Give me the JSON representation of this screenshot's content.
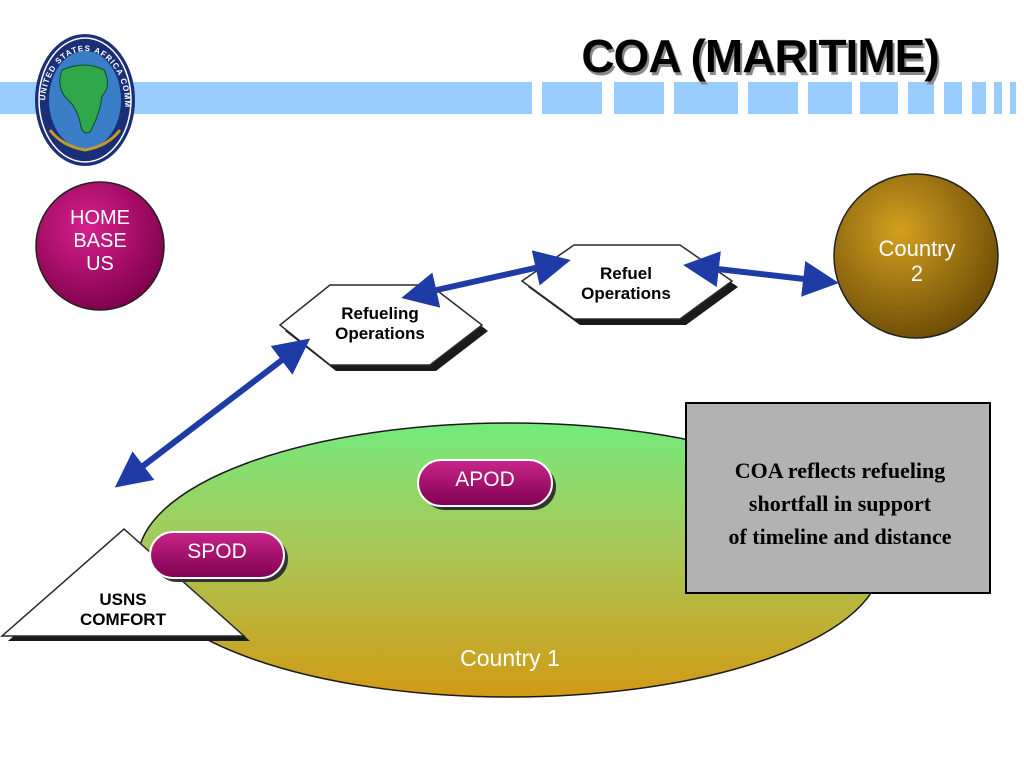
{
  "title": "COA (MARITIME)",
  "logo": {
    "ring_text": "UNITED STATES AFRICA COMMAND",
    "icon": "africa-command-seal-icon"
  },
  "nodes": {
    "home_base": {
      "lines": [
        "HOME",
        "BASE",
        "US"
      ]
    },
    "country2": {
      "lines": [
        "Country",
        "2"
      ]
    },
    "country1": {
      "label": "Country 1"
    },
    "refueling_operations": {
      "lines": [
        "Refueling",
        "Operations"
      ]
    },
    "refuel_operations": {
      "lines": [
        "Refuel",
        "Operations"
      ]
    },
    "apod": {
      "label": "APOD"
    },
    "spod": {
      "label": "SPOD"
    },
    "usns_comfort": {
      "lines": [
        "USNS",
        "COMFORT"
      ]
    }
  },
  "note_box": {
    "lines": [
      "COA reflects refueling",
      "shortfall in support",
      "of timeline and distance"
    ]
  },
  "colors": {
    "title_bar": "#99ccff",
    "arrow": "#1f3ca6",
    "home_base": "#b0086e",
    "country2": "#b08010",
    "country1_top": "#77e87b",
    "country1_bottom": "#d09e18",
    "pill": "#a00a6a",
    "note_box": "#b2b2b2"
  }
}
